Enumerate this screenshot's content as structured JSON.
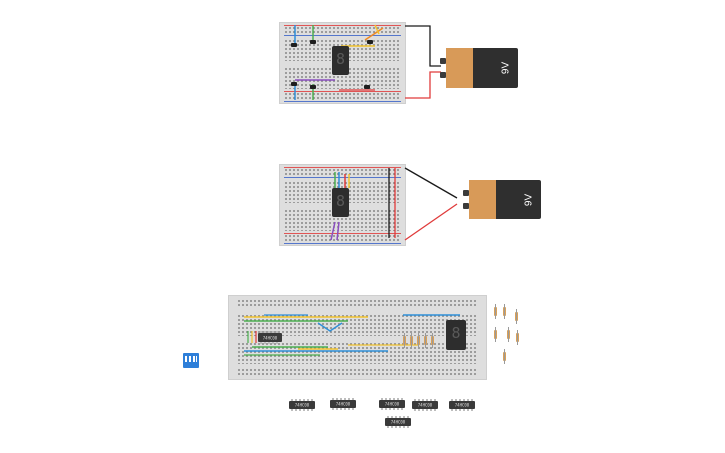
{
  "canvas": {
    "background": "#ffffff"
  },
  "circuits": [
    {
      "id": "circuit-1",
      "battery_label": "9V",
      "display_digit": "8"
    },
    {
      "id": "circuit-2",
      "battery_label": "9V",
      "display_digit": "8"
    },
    {
      "id": "circuit-3",
      "display_digit": "8"
    }
  ],
  "chips": {
    "on_board": "74HC08",
    "loose": [
      "74HC08",
      "74HC08",
      "74HC08",
      "74HC08",
      "74HC08",
      "74HC08"
    ]
  },
  "colors": {
    "wire_red": "#e03b3b",
    "wire_black": "#1a1a1a",
    "wire_blue": "#2f8fd8",
    "wire_yellow": "#f2c32e",
    "wire_green": "#4caf50",
    "wire_purple": "#8a4fbf",
    "wire_orange": "#f08a24",
    "battery_copper": "#d89a58",
    "dip_switch": "#2e7fd9"
  },
  "icons": {
    "battery": "battery-9v-icon",
    "display": "seven-segment-display-icon",
    "chip": "ic-chip-icon",
    "switch": "dip-switch-icon",
    "resistor": "resistor-icon"
  }
}
